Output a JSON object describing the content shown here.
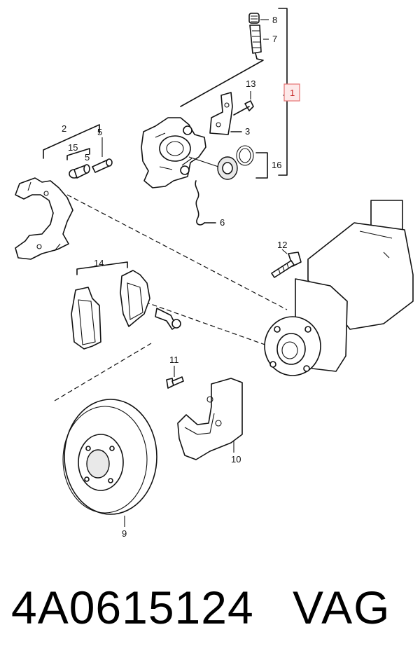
{
  "diagram": {
    "callouts": {
      "c1": "1",
      "c2": "2",
      "c3": "3",
      "c5a": "5",
      "c5b": "5",
      "c6": "6",
      "c7": "7",
      "c8": "8",
      "c9": "9",
      "c10": "10",
      "c11": "11",
      "c12": "12",
      "c13": "13",
      "c14": "14",
      "c15": "15",
      "c16": "16"
    },
    "highlight_color": "#e53935"
  },
  "footer": {
    "part_number": "4A0615124",
    "brand": "VAG"
  }
}
